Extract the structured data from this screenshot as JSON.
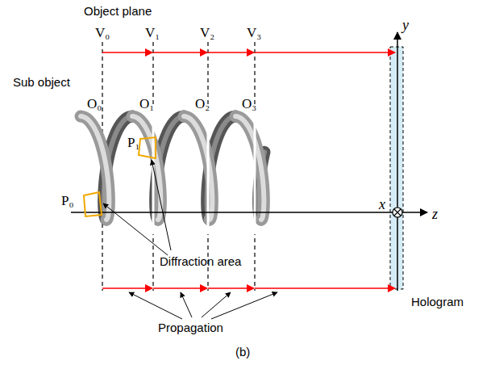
{
  "diagram": {
    "labels": [
      "Object plane",
      "V₀",
      "V₁",
      "V₂",
      "V₃",
      "y",
      "Sub object",
      "O₀",
      "O₁",
      "O₂",
      "O₃",
      "P₁",
      "P₀",
      "Diffraction area",
      "x",
      "z",
      "Hologram",
      "Propagation",
      "(b)"
    ]
  }
}
